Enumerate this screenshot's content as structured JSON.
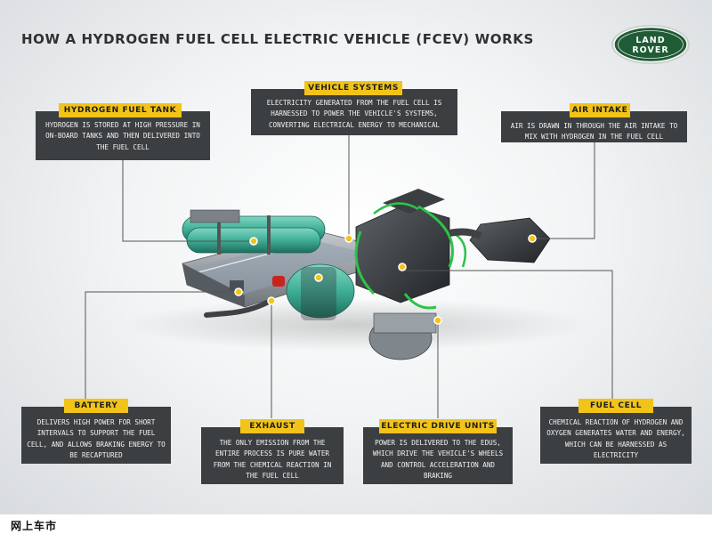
{
  "title": "HOW A HYDROGEN FUEL CELL ELECTRIC VEHICLE (FCEV) WORKS",
  "logo": {
    "line1": "LAND",
    "line2": "ROVER"
  },
  "colors": {
    "label_bg": "#f2c318",
    "box_bg": "#3c3f42",
    "tank": "#3fae96",
    "hose": "#2fc24a"
  },
  "callouts": {
    "hydrogen_tank": {
      "label": "HYDROGEN FUEL TANK",
      "text": "HYDROGEN IS STORED AT HIGH PRESSURE IN ON-BOARD TANKS AND THEN DELIVERED INTO THE FUEL CELL"
    },
    "vehicle_systems": {
      "label": "VEHICLE SYSTEMS",
      "text": "ELECTRICITY GENERATED FROM THE FUEL CELL IS HARNESSED TO POWER THE VEHICLE'S SYSTEMS, CONVERTING ELECTRICAL ENERGY TO MECHANICAL"
    },
    "air_intake": {
      "label": "AIR INTAKE",
      "text": "AIR IS DRAWN IN THROUGH THE AIR INTAKE TO MIX WITH HYDROGEN IN THE FUEL CELL"
    },
    "battery": {
      "label": "BATTERY",
      "text": "DELIVERS HIGH POWER FOR SHORT INTERVALS TO SUPPORT THE FUEL CELL, AND ALLOWS BRAKING ENERGY TO BE RECAPTURED"
    },
    "exhaust": {
      "label": "EXHAUST",
      "text": "THE ONLY EMISSION FROM THE ENTIRE PROCESS IS PURE WATER FROM THE CHEMICAL REACTION IN THE FUEL CELL"
    },
    "electric_drive": {
      "label": "ELECTRIC DRIVE UNITS",
      "text": "POWER IS DELIVERED TO THE EDUs, WHICH DRIVE THE VEHICLE'S WHEELS AND CONTROL ACCELERATION AND BRAKING"
    },
    "fuel_cell": {
      "label": "FUEL CELL",
      "text": "CHEMICAL REACTION OF HYDROGEN AND OXYGEN GENERATES WATER AND ENERGY, WHICH CAN BE HARNESSED AS ELECTRICITY"
    }
  },
  "footer": "网上车市"
}
